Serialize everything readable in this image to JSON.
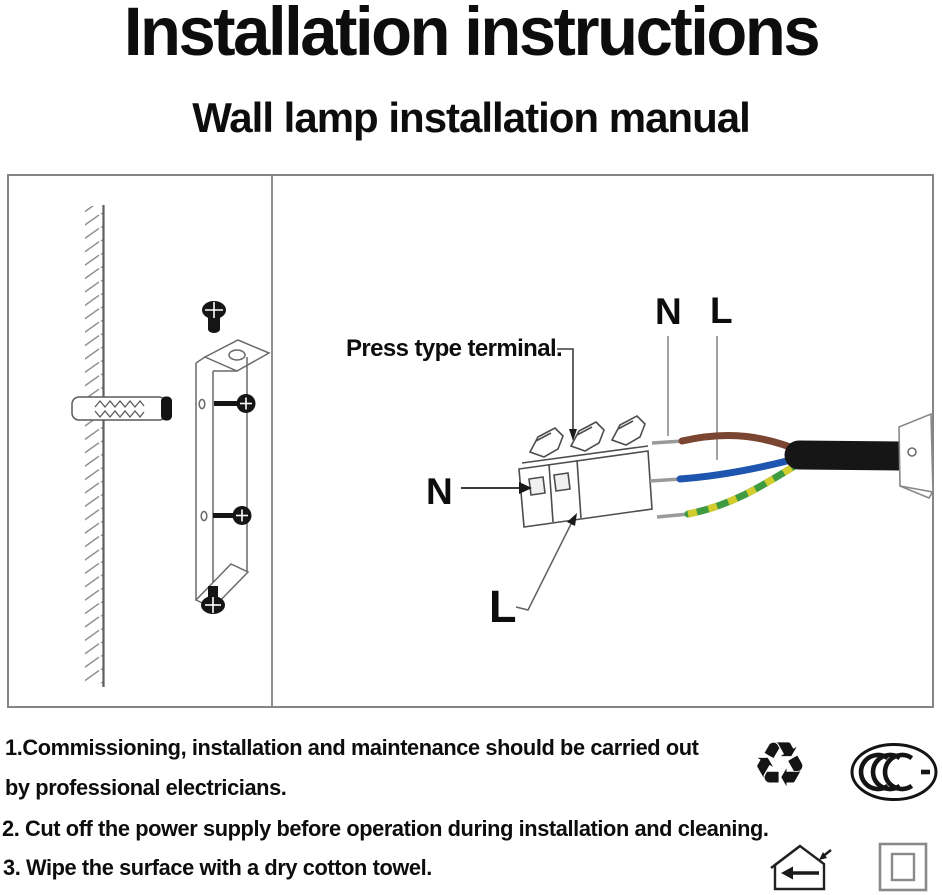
{
  "title": "Installation instructions",
  "subtitle": "Wall lamp installation manual",
  "diagram": {
    "press_terminal_label": "Press type terminal.",
    "terminal_n_label": "N",
    "terminal_l_label": "L",
    "supply_n_label": "N",
    "supply_l_label": "L"
  },
  "notes": {
    "line1": "1.Commissioning, installation and maintenance should be carried out",
    "line2": "by professional electricians.",
    "line3": "2. Cut off the power supply before operation during installation and cleaning.",
    "line4": "3. Wipe the surface with a dry cotton towel."
  },
  "icons": {
    "recycling_glyph": "♻",
    "recycling": "recycling-symbol",
    "ccc": "china-compulsory-certification-mark",
    "indoor": "indoor-use-only-symbol",
    "class_ii": "class-ii-double-insulation-symbol"
  },
  "colors": {
    "wire_brown": "#7a4631",
    "wire_blue": "#1e55ae",
    "wire_green": "#3f9b3f",
    "wire_yellow": "#d3cc2e",
    "cable_black": "#161616",
    "sketch_line": "#5a5a5a",
    "frame_line": "#858585"
  }
}
